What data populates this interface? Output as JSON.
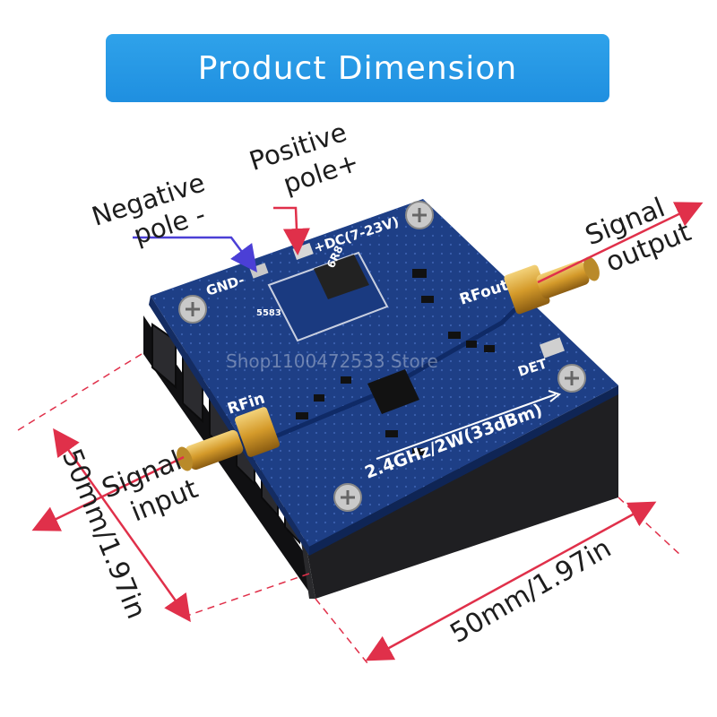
{
  "banner": {
    "title": "Product Dimension"
  },
  "callouts": {
    "positive_pole": [
      "Positive",
      "pole+"
    ],
    "negative_pole": [
      "Negative",
      "pole -"
    ],
    "signal_output": [
      "Signal",
      "output"
    ],
    "signal_input": [
      "Signal",
      "input"
    ]
  },
  "dimensions": {
    "depth": "50mm/1.97in",
    "width": "50mm/1.97in"
  },
  "board_markings": {
    "gnd": "GND-",
    "dc": "+DC(7-23V)",
    "rfout": "RFout",
    "rfin": "RFin",
    "det": "DET",
    "spec": "2.4GHz/2W(33dBm)",
    "inductor": "6R8",
    "chip": "5583"
  },
  "watermark": "Shop1100472533 Store",
  "colors": {
    "banner": "#2196e6",
    "pcb": "#1e3f86",
    "heatsink": "#1c1c1e",
    "arrow_red": "#e0304a",
    "arrow_blue": "#4b3fd6",
    "connector_gold": "#d9a93a"
  }
}
